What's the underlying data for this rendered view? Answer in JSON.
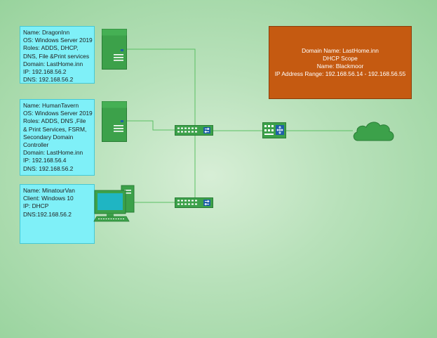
{
  "servers": [
    {
      "lines": [
        "Name: DragonInn",
        "OS: Windows Server 2019",
        "Roles: ADDS, DHCP, DNS, File &Print services",
        "Domain: LastHome.inn",
        "IP: 192.168.56.2",
        "DNS: 192.168.56.2"
      ]
    },
    {
      "lines": [
        "Name: HumanTavern",
        "OS: Windows Server 2019",
        "Roles: ADDS, DNS ,File & Print Services, FSRM, Secondary Domain Controller",
        "Domain: LastHome.inn",
        "IP: 192.168.56.4",
        "DNS: 192.168.56.2"
      ]
    }
  ],
  "client": {
    "lines": [
      "Name: MinatourVan",
      "Client: Windows 10",
      "IP: DHCP",
      "DNS:192.168.56.2"
    ]
  },
  "scope": {
    "line1": "Domain Name: LastHome.inn",
    "line2": "DHCP Scope",
    "line3": "Name: Blackmoor",
    "line4": "IP Address Range: 192.168.56.14 - 192.168.56.55"
  },
  "icons": [
    "server-icon",
    "server-icon",
    "desktop-computer-icon",
    "switch-icon",
    "switch-icon",
    "router-icon",
    "cloud-icon"
  ],
  "colors": {
    "info_box": "#7ff0f8",
    "scope_box": "#c55a11",
    "device_green": "#3ca14a",
    "link_line": "#5bbf63"
  }
}
